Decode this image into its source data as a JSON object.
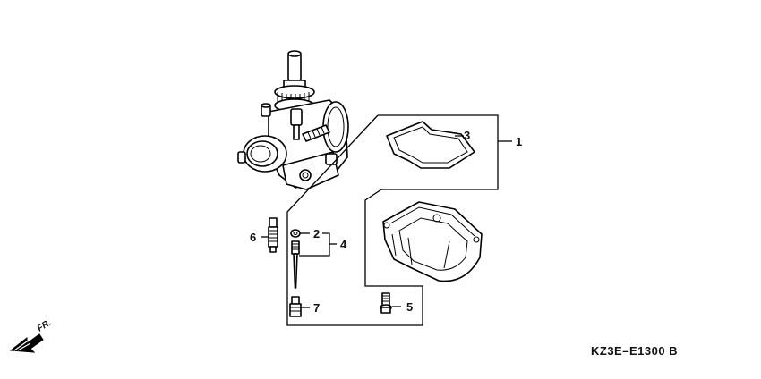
{
  "callouts": {
    "c1": "1",
    "c2": "2",
    "c3": "3",
    "c4": "4",
    "c5": "5",
    "c6": "6",
    "c7": "7"
  },
  "direction_label": "FR.",
  "diagram_code": "KZ3E–E1300 B"
}
